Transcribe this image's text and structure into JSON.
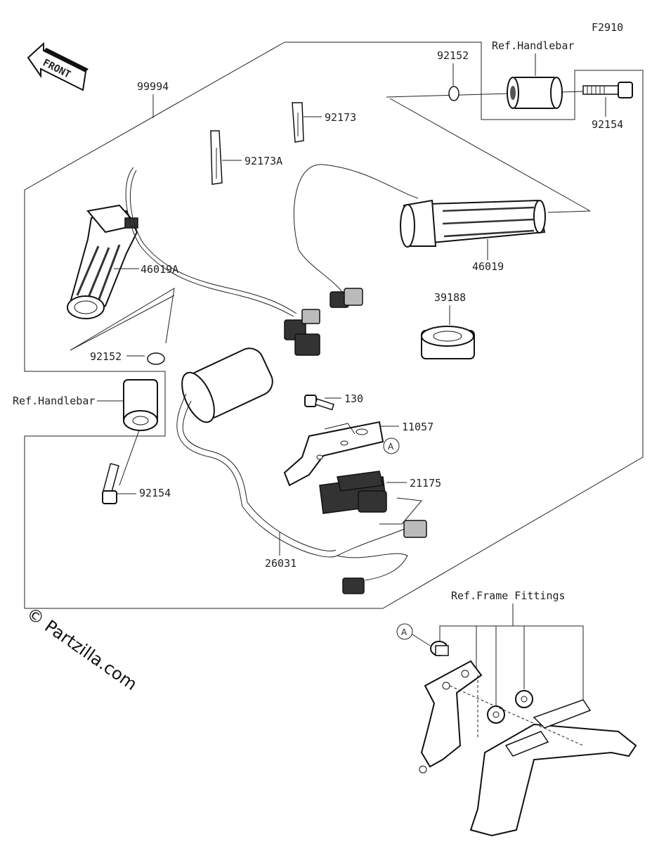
{
  "diagram_code": "F2910",
  "front_arrow_label": "FRONT",
  "watermark": "© Partzilla.com",
  "callout_marker": "A",
  "reference_labels": {
    "handlebar_top": "Ref.Handlebar",
    "handlebar_left": "Ref.Handlebar",
    "frame_fittings": "Ref.Frame Fittings"
  },
  "part_labels": {
    "p99994": "99994",
    "p92152_top": "92152",
    "p92154_top": "92154",
    "p92173": "92173",
    "p92173A": "92173A",
    "p46019A": "46019A",
    "p46019": "46019",
    "p39188": "39188",
    "p92152_left": "92152",
    "p130": "130",
    "p11057": "11057",
    "p21175": "21175",
    "p92154_left": "92154",
    "p26031": "26031"
  }
}
